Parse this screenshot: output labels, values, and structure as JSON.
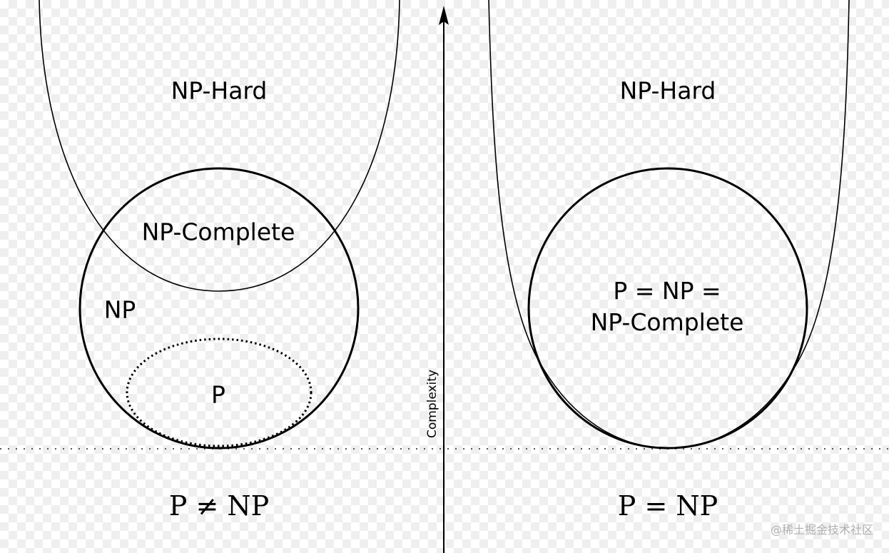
{
  "diagram": {
    "type": "set-relationship-diagram",
    "left_panel": {
      "title": "P ≠ NP",
      "regions": {
        "np_hard": "NP-Hard",
        "np_complete": "NP-Complete",
        "np": "NP",
        "p": "P"
      }
    },
    "right_panel": {
      "title": "P = NP",
      "regions": {
        "np_hard": "NP-Hard",
        "merged_line1": "P = NP =",
        "merged_line2": "NP-Complete"
      }
    },
    "axis": {
      "label": "Complexity",
      "direction": "up"
    },
    "colors": {
      "stroke": "#000000",
      "checker_light": "#ffffff",
      "checker_dark": "#efefef",
      "watermark": "#b0b0b0"
    }
  },
  "watermark": "@稀土掘金技术社区"
}
